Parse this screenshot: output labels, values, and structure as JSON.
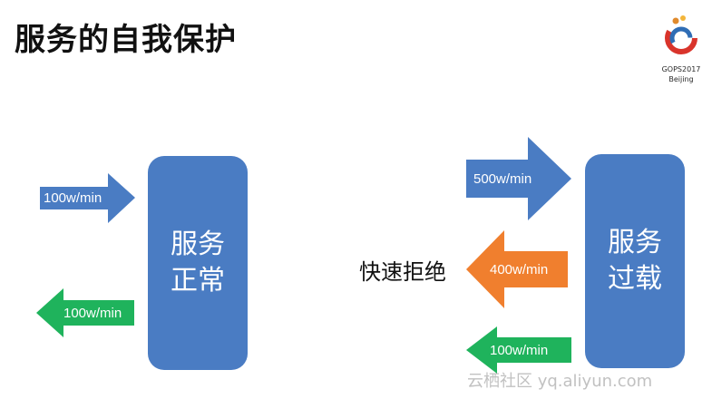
{
  "title": "服务的自我保护",
  "logo": {
    "line1": "GOPS2017",
    "line2": "Beijing"
  },
  "left_box": {
    "line1": "服务",
    "line2": "正常"
  },
  "right_box": {
    "line1": "服务",
    "line2": "过载"
  },
  "left_in_arrow": "100w/min",
  "left_out_arrow": "100w/min",
  "right_in_arrow": "500w/min",
  "reject_arrow": "400w/min",
  "right_out_arrow": "100w/min",
  "reject_text": "快速拒绝",
  "watermark": "云栖社区 yq.aliyun.com",
  "colors": {
    "box": "#4a7cc3",
    "arrow_blue": "#4a7cc3",
    "arrow_green": "#1fb35c",
    "arrow_orange": "#f07f2e"
  }
}
